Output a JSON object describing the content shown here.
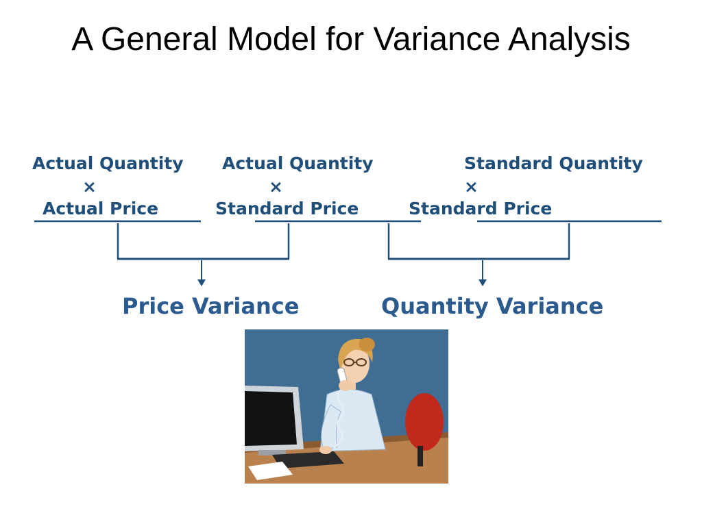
{
  "title": "A General Model for Variance Analysis",
  "columns": [
    {
      "quantity": "Actual Quantity",
      "operator": "×",
      "price": "Actual Price"
    },
    {
      "quantity": "Actual Quantity",
      "operator": "×",
      "price": "Standard Price"
    },
    {
      "quantity": "Standard Quantity",
      "operator": "×",
      "price": "Standard Price"
    }
  ],
  "variances": {
    "price": "Price Variance",
    "quantity": "Quantity Variance"
  },
  "colors": {
    "label_text": "#1f4e79",
    "variance_text": "#2b5a8e",
    "connector": "#1f4e79"
  },
  "illustration": "office-worker-on-phone-at-computer"
}
